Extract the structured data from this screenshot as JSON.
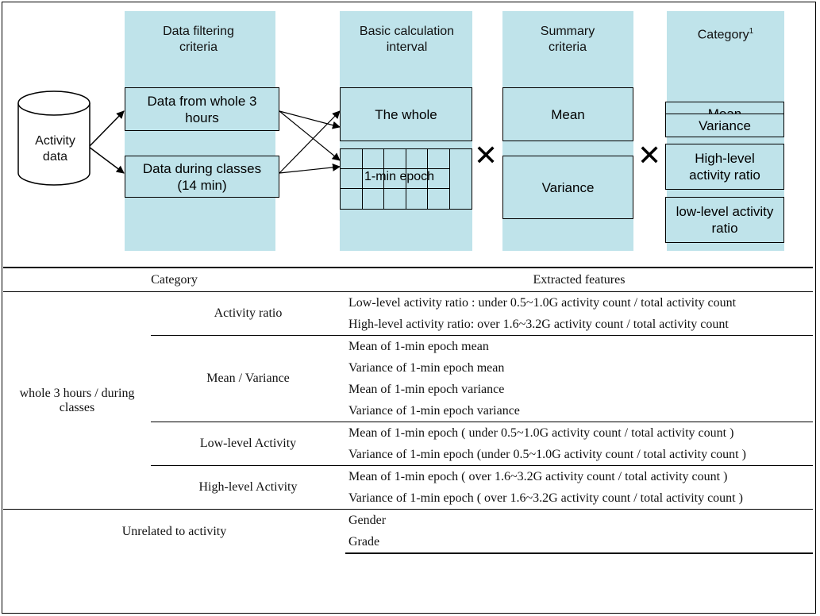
{
  "diagram": {
    "headers": {
      "filtering": "Data filtering criteria",
      "interval": "Basic calculation interval",
      "summary": "Summary criteria",
      "category": "Category",
      "category_sup": "1"
    },
    "source": "Activity data",
    "filter_boxes": [
      "Data from whole 3 hours",
      "Data during classes (14 min)"
    ],
    "interval_boxes": {
      "whole": "The whole",
      "epoch": "1-min epoch"
    },
    "summary_boxes": [
      "Mean",
      "Variance"
    ],
    "category_boxes": [
      "Mean",
      "Variance",
      "High-level activity ratio",
      "low-level activity ratio"
    ],
    "operator": "✕",
    "colors": {
      "band": "#bfe3ea",
      "stroke": "#000000"
    }
  },
  "table": {
    "header": {
      "category": "Category",
      "features": "Extracted features"
    },
    "group_label": "whole 3 hours / during classes",
    "sections": [
      {
        "name": "Activity ratio",
        "features": [
          "Low-level activity ratio : under 0.5~1.0G activity count / total activity count",
          "High-level activity ratio: over 1.6~3.2G activity count / total activity count"
        ]
      },
      {
        "name": "Mean / Variance",
        "features": [
          "Mean of 1-min epoch mean",
          "Variance of 1-min epoch mean",
          "Mean of 1-min epoch variance",
          "Variance of 1-min epoch variance"
        ]
      },
      {
        "name": "Low-level Activity",
        "features": [
          "Mean of 1-min epoch ( under 0.5~1.0G activity count / total activity count )",
          "Variance of 1-min epoch (under 0.5~1.0G activity count / total activity count )"
        ]
      },
      {
        "name": "High-level Activity",
        "features": [
          "Mean of 1-min epoch ( over 1.6~3.2G activity count / total activity count )",
          "Variance of 1-min epoch ( over 1.6~3.2G activity count / total activity count )"
        ]
      }
    ],
    "unrelated": {
      "label": "Unrelated to activity",
      "features": [
        "Gender",
        "Grade"
      ]
    }
  }
}
